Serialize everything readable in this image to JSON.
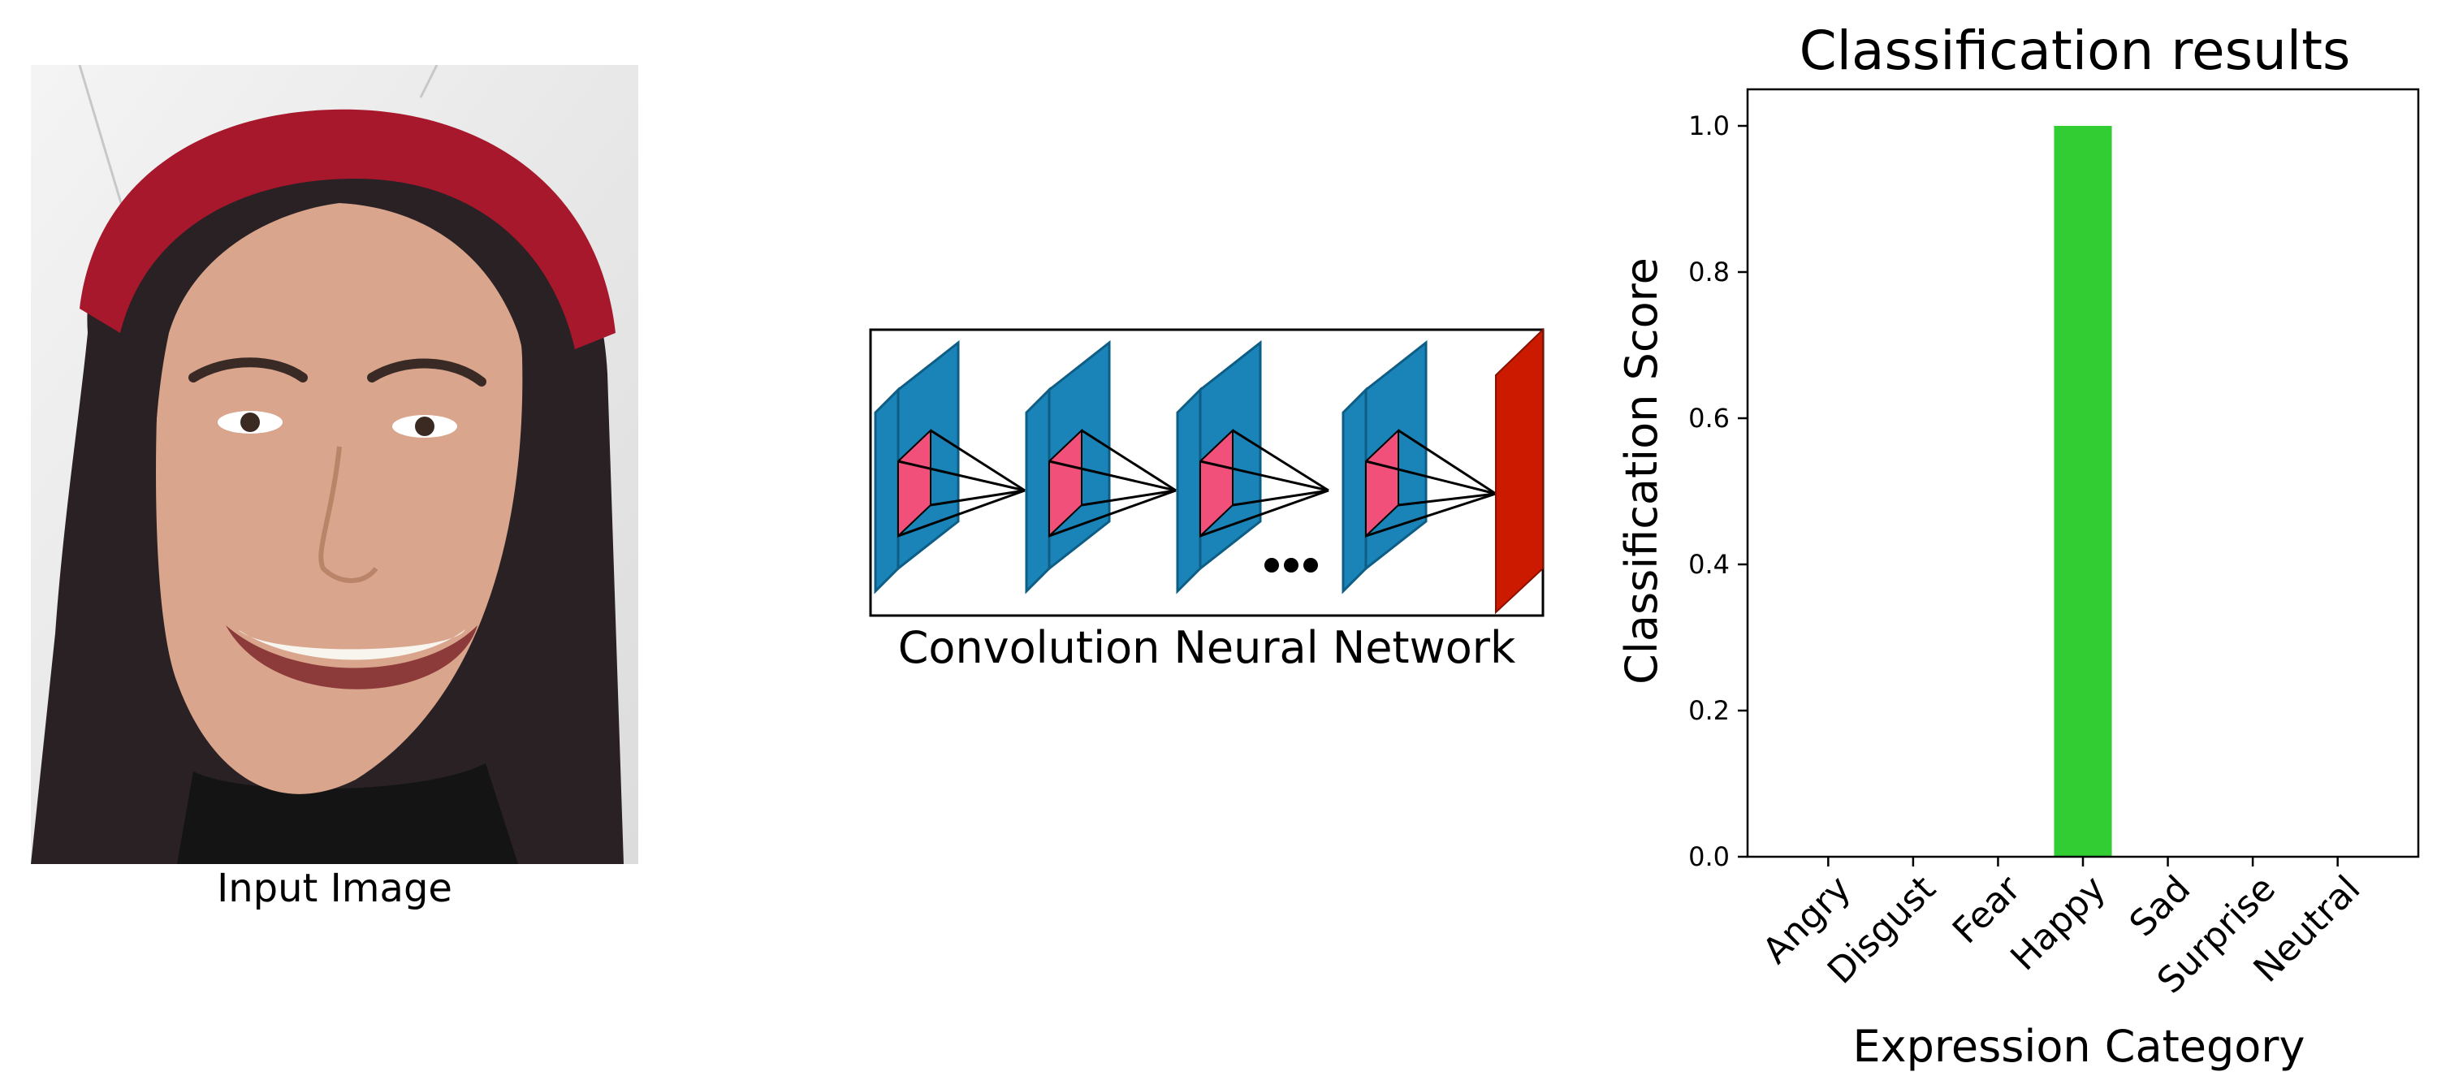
{
  "input_panel": {
    "label": "Input Image"
  },
  "cnn_panel": {
    "label": "Convolution Neural Network"
  },
  "colors": {
    "bar": "#32cd32",
    "layer_blue": "#1a84b8",
    "layer_blue_dark": "#0e5d84",
    "kernel_pink": "#f0507a",
    "output_red": "#cc1a00",
    "headband": "#a8182c",
    "hair": "#2a2124",
    "skin": "#d9a58d"
  },
  "chart_data": {
    "type": "bar",
    "title": "Classification results",
    "xlabel": "Expression Category",
    "ylabel": "Classification Score",
    "categories": [
      "Angry",
      "Disgust",
      "Fear",
      "Happy",
      "Sad",
      "Surprise",
      "Neutral"
    ],
    "values": [
      0.0,
      0.0,
      0.0,
      1.0,
      0.0,
      0.0,
      0.0
    ],
    "ylim": [
      0.0,
      1.05
    ],
    "yticks": [
      "0.0",
      "0.2",
      "0.4",
      "0.6",
      "0.8",
      "1.0"
    ],
    "grid": false
  }
}
